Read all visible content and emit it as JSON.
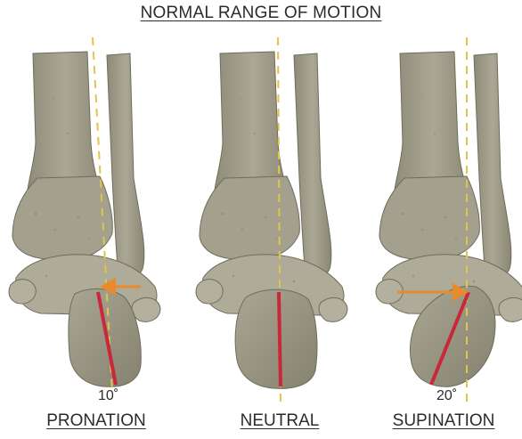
{
  "title": "NORMAL RANGE OF MOTION",
  "panels": [
    {
      "label": "PRONATION",
      "angle": "10˚"
    },
    {
      "label": "NEUTRAL",
      "angle": ""
    },
    {
      "label": "SUPINATION",
      "angle": "20˚"
    }
  ],
  "colors": {
    "bone": "#9d9a86",
    "bone_dark": "#7c7966",
    "bone_light": "#b6b3a0",
    "axis_line": "#e4c34a",
    "heel_line": "#c8283a",
    "arrow": "#e98a2c",
    "text": "#2b2b2b"
  }
}
